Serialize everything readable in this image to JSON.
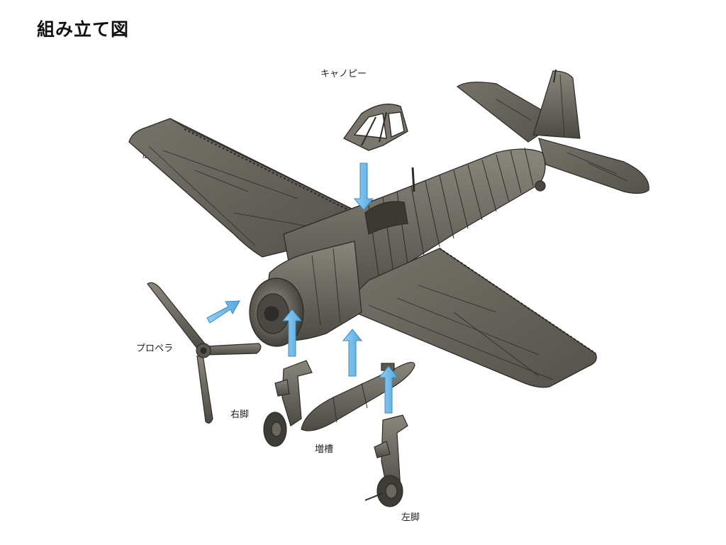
{
  "title": "組み立て図",
  "parts": {
    "canopy": "キャノピー",
    "fuselage": "胴体",
    "propeller": "プロペラ",
    "right_leg": "右脚",
    "drop_tank": "増槽",
    "left_leg": "左脚"
  },
  "colors": {
    "metal": "#5e5b54",
    "metal_dark": "#3a3833",
    "metal_light": "#8a867c",
    "arrow": "#6cb8e8",
    "arrow_edge": "#3c8ac4"
  }
}
